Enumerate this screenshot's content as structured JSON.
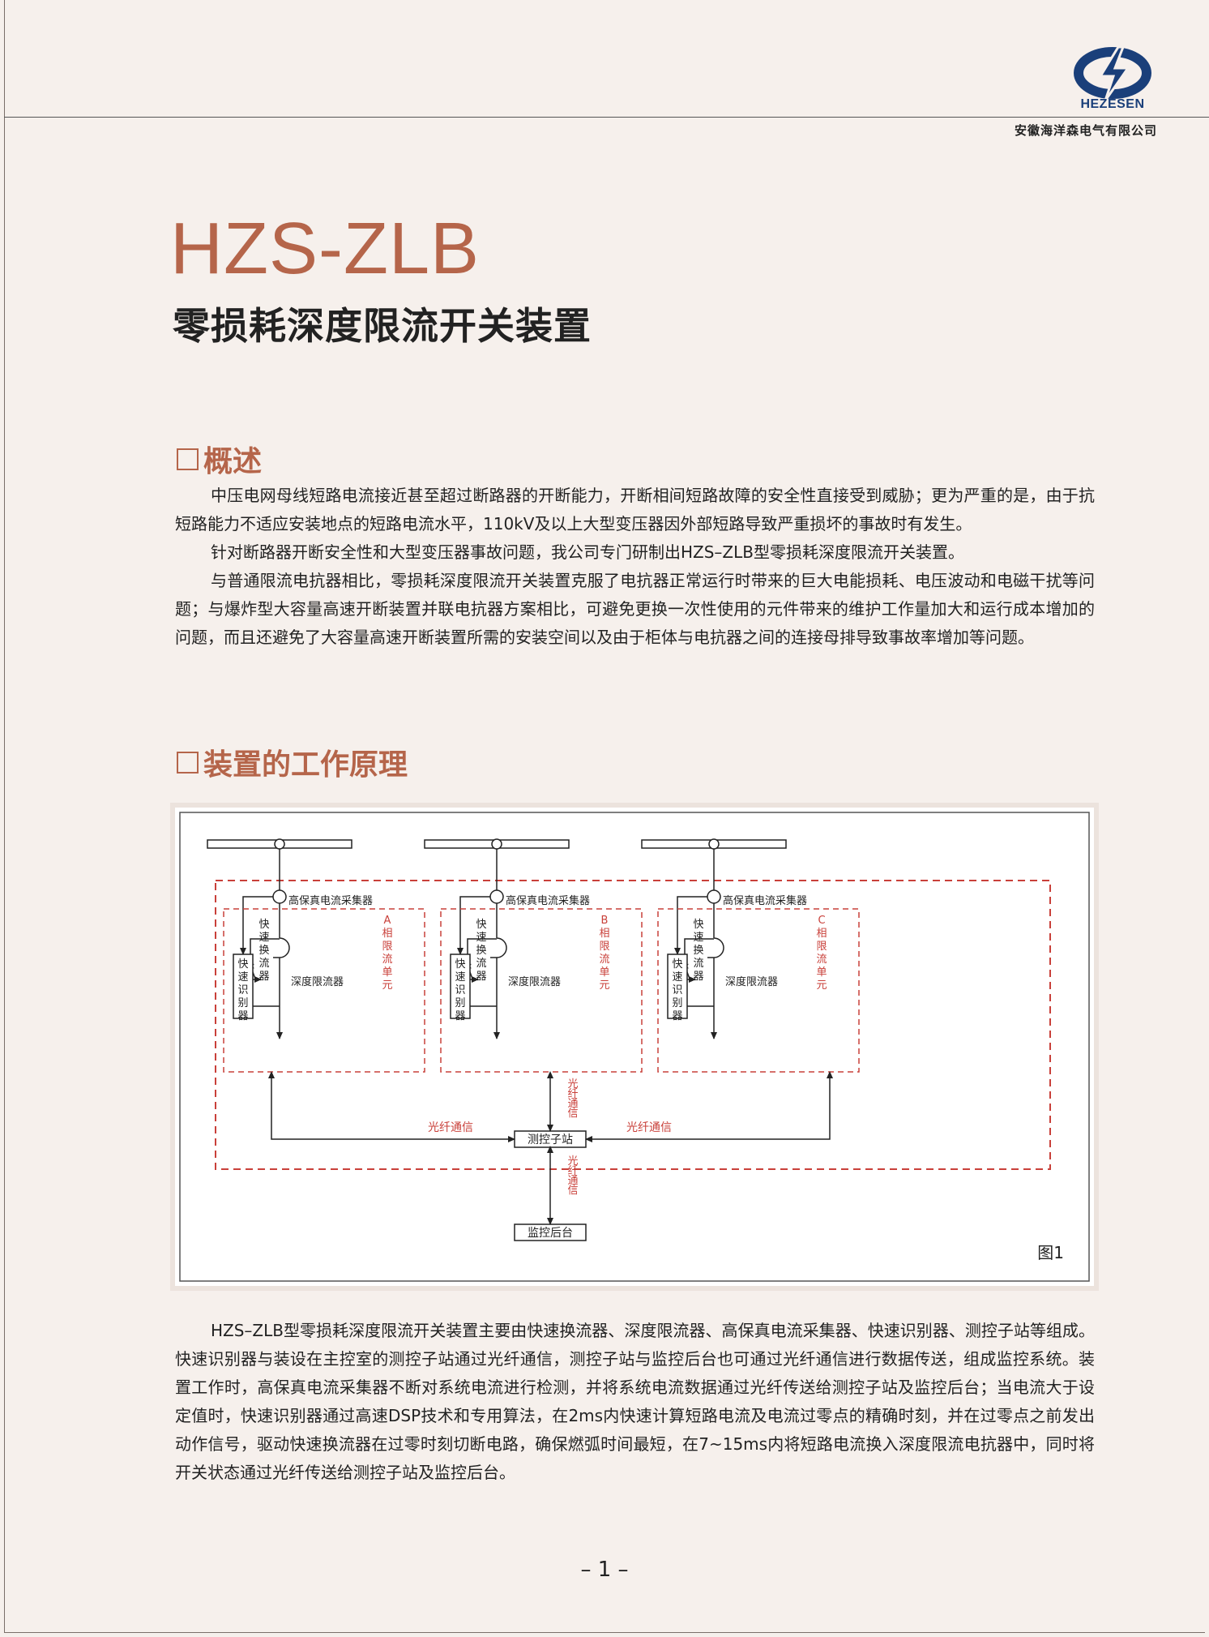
{
  "header": {
    "brand": "HEZESEN",
    "company": "安徽海洋森电气有限公司"
  },
  "title": {
    "model": "HZS-ZLB",
    "subtitle": "零损耗深度限流开关装置"
  },
  "overview": {
    "heading": "概述",
    "paragraphs": [
      "中压电网母线短路电流接近甚至超过断路器的开断能力，开断相间短路故障的安全性直接受到威胁；更为严重的是，由于抗短路能力不适应安装地点的短路电流水平，110kV及以上大型变压器因外部短路导致严重损坏的事故时有发生。",
      "针对断路器开断安全性和大型变压器事故问题，我公司专门研制出HZS–ZLB型零损耗深度限流开关装置。",
      "与普通限流电抗器相比，零损耗深度限流开关装置克服了电抗器正常运行时带来的巨大电能损耗、电压波动和电磁干扰等问题；与爆炸型大容量高速开断装置并联电抗器方案相比，可避免更换一次性使用的元件带来的维护工作量加大和运行成本增加的问题，而且还避免了大容量高速开断装置所需的安装空间以及由于柜体与电抗器之间的连接母排导致事故率增加等问题。"
    ]
  },
  "principle": {
    "heading": "装置的工作原理",
    "paragraph": "HZS–ZLB型零损耗深度限流开关装置主要由快速换流器、深度限流器、高保真电流采集器、快速识别器、测控子站等组成。快速识别器与装设在主控室的测控子站通过光纤通信，测控子站与监控后台也可通过光纤通信进行数据传送，组成监控系统。装置工作时，高保真电流采集器不断对系统电流进行检测，并将系统电流数据通过光纤传送给测控子站及监控后台；当电流大于设定值时，快速识别器通过高速DSP技术和专用算法，在2ms内快速计算短路电流及电流过零点的精确时刻，并在过零点之前发出动作信号，驱动快速换流器在过零时刻切断电路，确保燃弧时间最短，在7~15ms内将短路电流换入深度限流电抗器中，同时将开关状态通过光纤传送给测控子站及监控后台。"
  },
  "diagram": {
    "phase_units": [
      {
        "label": "A相限流单元"
      },
      {
        "label": "B相限流单元"
      },
      {
        "label": "C相限流单元"
      }
    ],
    "collector_label": "高保真电流采集器",
    "converter_label": "快速换流器",
    "identifier_label": "快速识别器",
    "limiter_label": "深度限流器",
    "fiber_label": "光纤通信",
    "substation_label": "测控子站",
    "backend_label": "监控后台",
    "figure_label": "图1"
  },
  "footer": {
    "page": "– 1 –"
  }
}
